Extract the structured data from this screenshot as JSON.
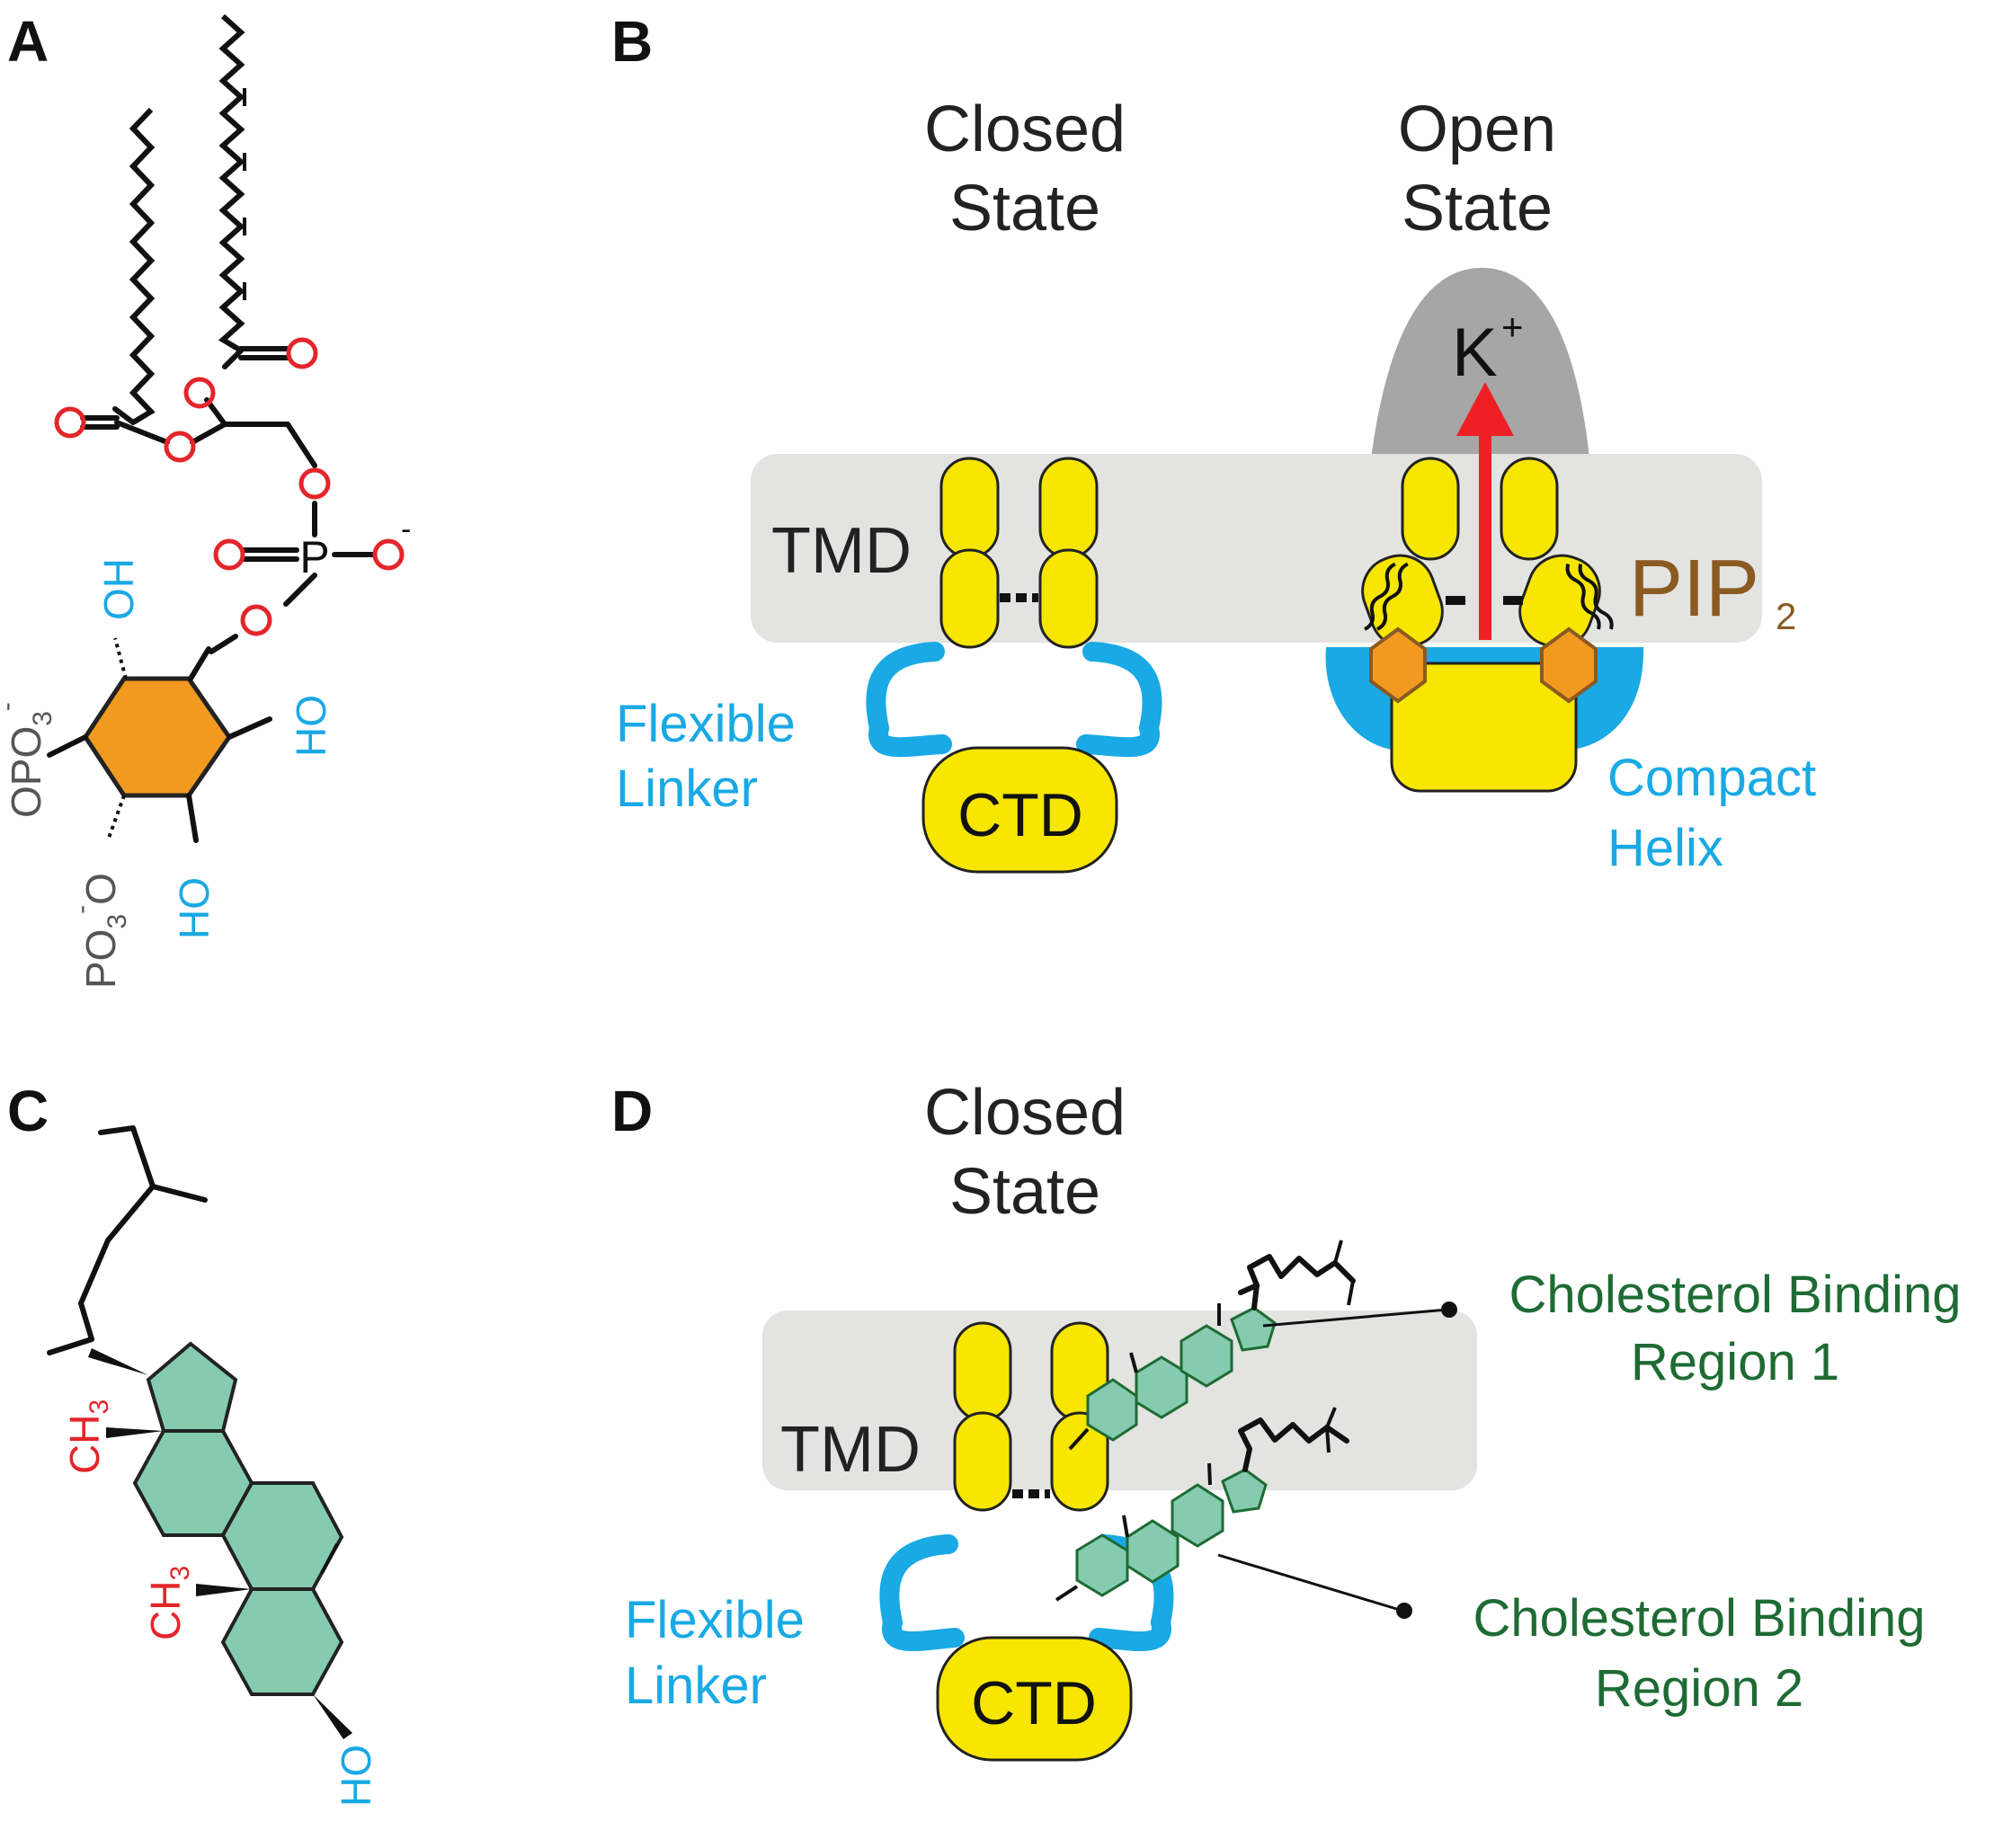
{
  "panels": {
    "a": "A",
    "b": "B",
    "c": "C",
    "d": "D"
  },
  "panel_a": {
    "oh_top": "OH",
    "ho_right": "HO",
    "ho_bottom": "HO",
    "opo3": "OPO",
    "opo3_sub": "3",
    "opo3_sup": "-",
    "po3o": "PO",
    "po3o_sub": "3",
    "po3o_sup": "-",
    "po3o_end": "O",
    "phosphorus": "P",
    "o_minus_sup": "-"
  },
  "panel_b": {
    "closed_line1": "Closed",
    "closed_line2": "State",
    "open_line1": "Open",
    "open_line2": "State",
    "tmd": "TMD",
    "ctd": "CTD",
    "flexible_line1": "Flexible",
    "flexible_line2": "Linker",
    "compact_line1": "Compact",
    "compact_line2": "Helix",
    "k": "K",
    "k_sup": "+",
    "pip": "PIP",
    "pip_sub": "2"
  },
  "panel_c": {
    "ch3_top": "CH",
    "ch3_top_sub": "3",
    "ch3_mid": "CH",
    "ch3_mid_sub": "3",
    "ho": "HO"
  },
  "panel_d": {
    "closed_line1": "Closed",
    "closed_line2": "State",
    "tmd": "TMD",
    "ctd": "CTD",
    "flexible_line1": "Flexible",
    "flexible_line2": "Linker",
    "region1_line1": "Cholesterol Binding",
    "region1_line2": "Region 1",
    "region2_line1": "Cholesterol Binding",
    "region2_line2": "Region 2"
  },
  "colors": {
    "membrane": "#e3e3e1",
    "domain_yellow": "#f6e600",
    "linker_cyan": "#19a9e5",
    "oxygen_red": "#e3262b",
    "inositol_orange": "#f29a1f",
    "sterol_green": "#84cbb0",
    "label_green": "#1e6b34",
    "pip_brown": "#8a5a22",
    "pore_grey": "#a6a6a6",
    "arrow_red": "#ef1f24"
  }
}
